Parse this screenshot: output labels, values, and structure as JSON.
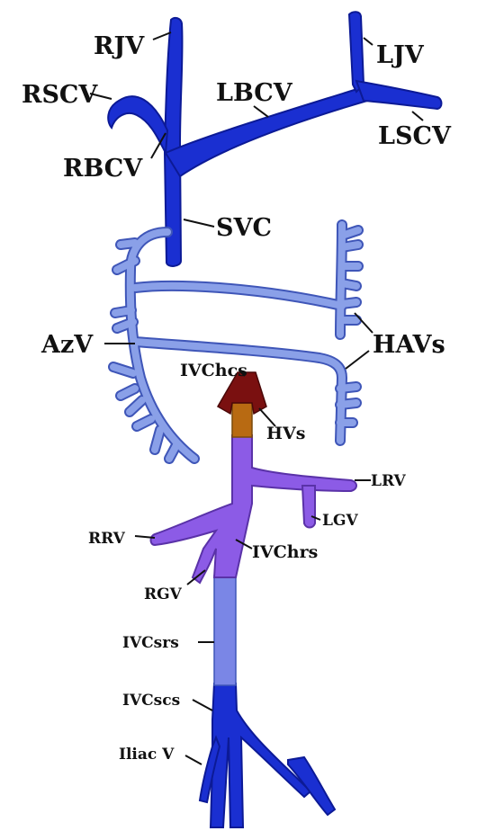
{
  "colors": {
    "background": "#ffffff",
    "deep_blue": "#1a2fd1",
    "deep_blue_outline": "#0c1a96",
    "light_blue": "#8aa0e8",
    "light_blue_outline": "#3f56b8",
    "lavender": "#7a86e6",
    "purple": "#8c5be6",
    "purple_outline": "#5a32a8",
    "ochre": "#b86a12",
    "maroon": "#7a1010",
    "label": "#111111"
  },
  "labels": {
    "rjv": "RJV",
    "ljv": "LJV",
    "rscv": "RSCV",
    "lbcv": "LBCV",
    "lscv": "LSCV",
    "rbcv": "RBCV",
    "svc": "SVC",
    "azv": "AzV",
    "havs": "HAVs",
    "ivchcs": "IVChcs",
    "hvs": "HVs",
    "lrv": "LRV",
    "lgv": "LGV",
    "rrv": "RRV",
    "ivchrs": "IVChrs",
    "rgv": "RGV",
    "ivcsrs": "IVCsrs",
    "ivcscs": "IVCscs",
    "iliac_v": "Iliac V"
  }
}
